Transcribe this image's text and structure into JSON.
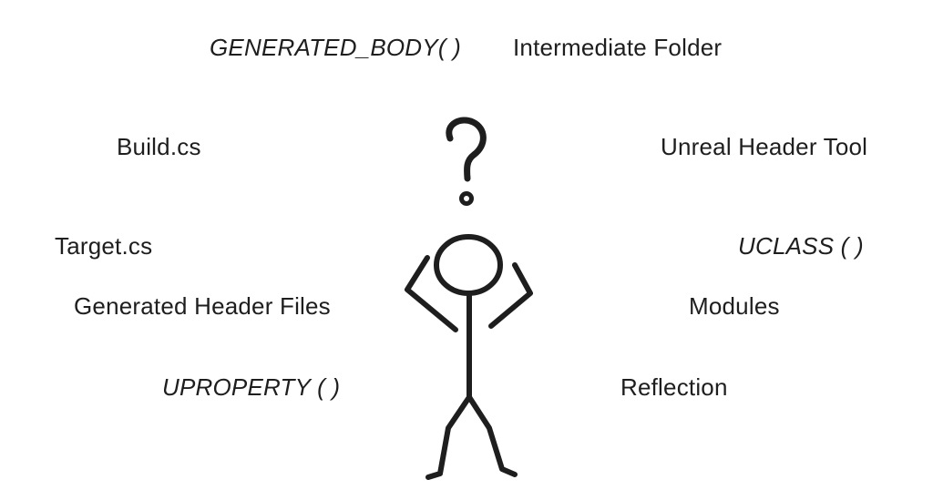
{
  "terms": {
    "generated_body": "GENERATED_BODY( )",
    "intermediate_folder": "Intermediate Folder",
    "build_cs": "Build.cs",
    "unreal_header_tool": "Unreal Header Tool",
    "target_cs": "Target.cs",
    "uclass": "UCLASS ( )",
    "generated_header_files": "Generated Header Files",
    "modules": "Modules",
    "uproperty": "UPROPERTY ( )",
    "reflection": "Reflection"
  },
  "figure": {
    "stroke_color": "#1e1e1e",
    "icon": "confused-stick-figure-icon"
  }
}
